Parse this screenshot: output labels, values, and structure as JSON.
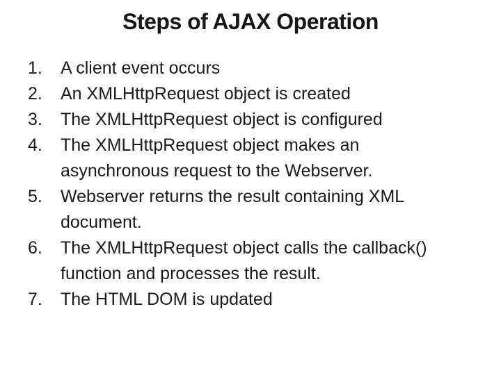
{
  "slide": {
    "title": "Steps of AJAX Operation",
    "items": [
      {
        "number": "1.",
        "text": "A client event occurs"
      },
      {
        "number": "2.",
        "text": "An XMLHttpRequest object is created"
      },
      {
        "number": "3.",
        "text": "The XMLHttpRequest object is configured"
      },
      {
        "number": "4.",
        "text": "The XMLHttpRequest object makes an\nasynchronous request to the Webserver."
      },
      {
        "number": "5.",
        "text": "Webserver returns the result containing XML\ndocument."
      },
      {
        "number": "6.",
        "text": "The XMLHttpRequest object calls the callback()\nfunction and processes the result."
      },
      {
        "number": "7.",
        "text": "The HTML DOM is updated"
      }
    ],
    "colors": {
      "background": "#ffffff",
      "text": "#1a1a1a"
    }
  }
}
